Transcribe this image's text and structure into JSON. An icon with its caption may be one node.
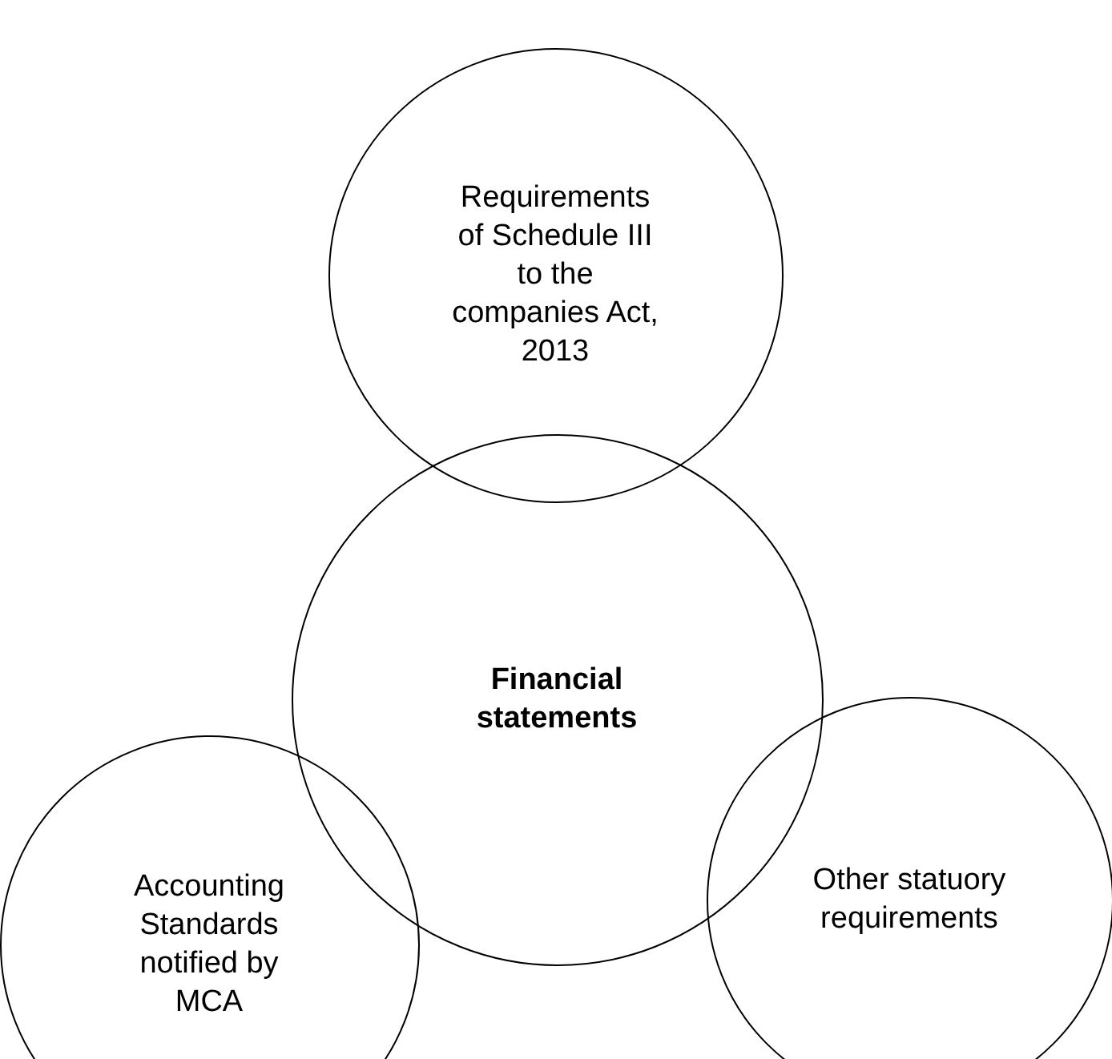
{
  "diagram": {
    "nodes": [
      {
        "text": [
          "Requirements of Schedule III to the companies Act, 2013"
        ]
      },
      {
        "text": [
          "Financial statements"
        ]
      },
      {
        "text": [
          "Accounting Standards notified by MCA"
        ]
      },
      {
        "text": [
          "Other statuory requirements"
        ]
      }
    ]
  }
}
